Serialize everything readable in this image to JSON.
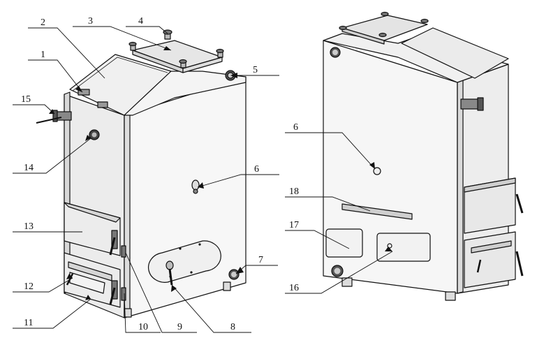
{
  "colors": {
    "outline": "#111111",
    "face_front": "#e9e9e9",
    "face_side": "#f6f6f6",
    "face_top": "#efefef",
    "door_fill": "#f1f1f1",
    "dark": "#333333"
  },
  "callouts": [
    {
      "id": "c1",
      "label": "1"
    },
    {
      "id": "c2",
      "label": "2"
    },
    {
      "id": "c3",
      "label": "3"
    },
    {
      "id": "c4",
      "label": "4"
    },
    {
      "id": "c5",
      "label": "5"
    },
    {
      "id": "c6a",
      "label": "6"
    },
    {
      "id": "c7",
      "label": "7"
    },
    {
      "id": "c8",
      "label": "8"
    },
    {
      "id": "c9",
      "label": "9"
    },
    {
      "id": "c10",
      "label": "10"
    },
    {
      "id": "c11",
      "label": "11"
    },
    {
      "id": "c12",
      "label": "12"
    },
    {
      "id": "c13",
      "label": "13"
    },
    {
      "id": "c14",
      "label": "14"
    },
    {
      "id": "c15",
      "label": "15"
    },
    {
      "id": "c6b",
      "label": "6"
    },
    {
      "id": "c16",
      "label": "16"
    },
    {
      "id": "c17",
      "label": "17"
    },
    {
      "id": "c18",
      "label": "18"
    }
  ]
}
